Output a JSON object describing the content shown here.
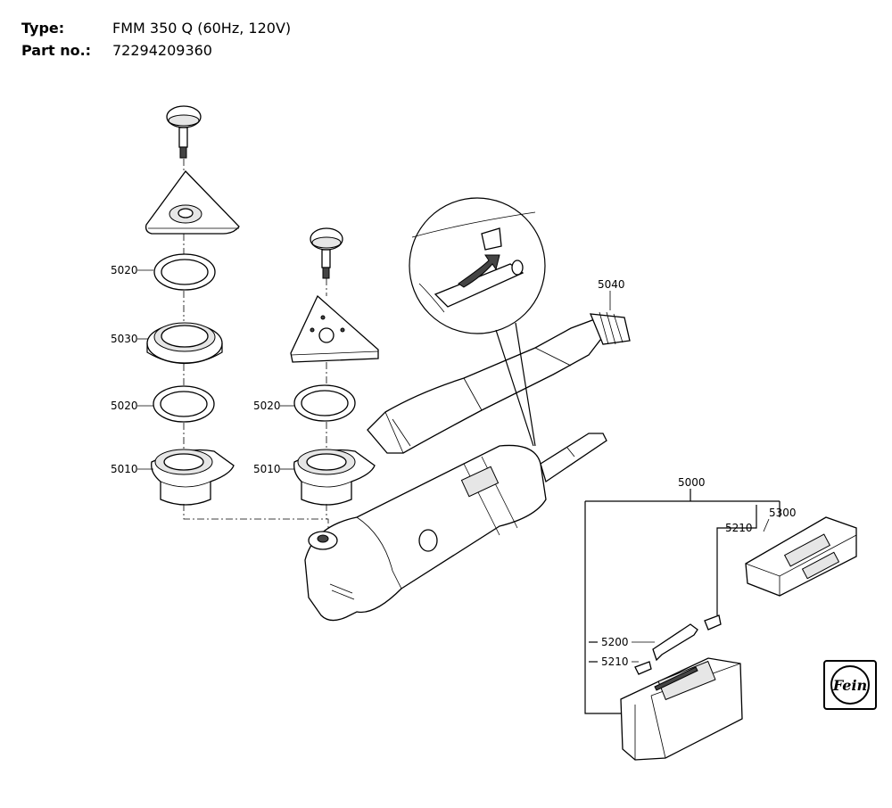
{
  "header": {
    "type_label": "Type:",
    "type_value": "FMM 350 Q (60Hz, 120V)",
    "part_label": "Part no.:",
    "part_value": "72294209360"
  },
  "callouts": {
    "c5020_left_top": "5020",
    "c5030": "5030",
    "c5020_left_bottom": "5020",
    "c5010_left": "5010",
    "c5020_right": "5020",
    "c5010_right": "5010",
    "c5040": "5040",
    "c5000": "5000",
    "c5300": "5300",
    "c5210_top": "5210",
    "c5200": "5200",
    "c5210_bottom": "5210"
  },
  "logo": {
    "icon": "fein-logo-icon",
    "text": "Fein"
  }
}
